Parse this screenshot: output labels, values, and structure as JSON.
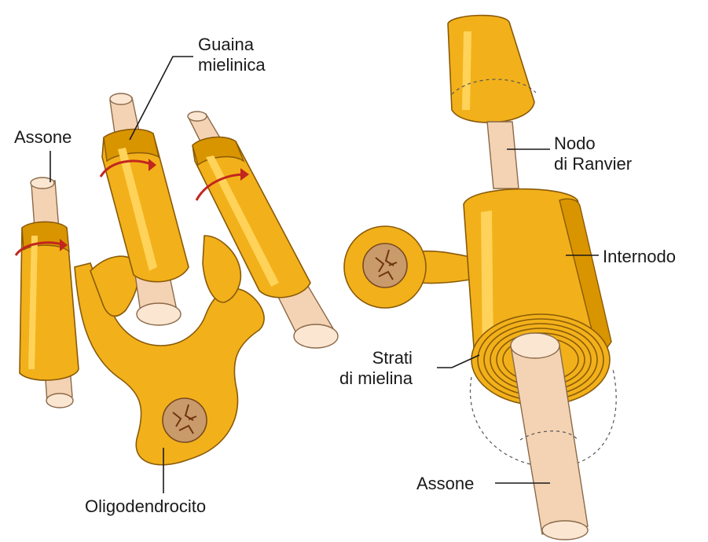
{
  "labels": {
    "guaina_mielinica": "Guaina\nmielinica",
    "assone_left": "Assone",
    "oligodendrocito": "Oligodendrocito",
    "nodo_di_ranvier": "Nodo\ndi Ranvier",
    "internodo": "Internodo",
    "strati_di_mielina": "Strati\ndi mielina",
    "assone_right": "Assone"
  },
  "colors": {
    "myelin": "#f2b11a",
    "axon": "#f4d3b4",
    "wrap_arrow": "#c2261e",
    "nucleus": "#c99a6a"
  }
}
